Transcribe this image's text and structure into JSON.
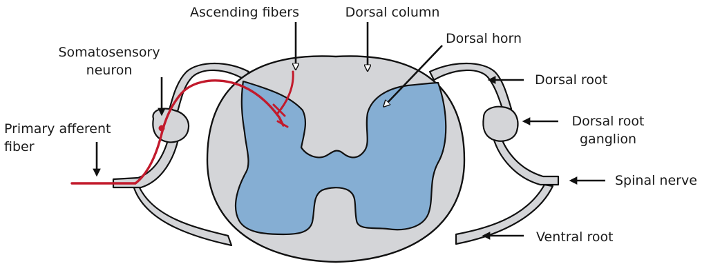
{
  "labels": {
    "ascending_fibers": "Ascending fibers",
    "dorsal_column": "Dorsal column",
    "dorsal_horn": "Dorsal horn",
    "somatosensory_line1": "Somatosensory",
    "somatosensory_line2": "neuron",
    "dorsal_root": "Dorsal root",
    "dorsal_root_ganglion_line1": "Dorsal root",
    "dorsal_root_ganglion_line2": "ganglion",
    "primary_afferent_line1": "Primary afferent",
    "primary_afferent_line2": "fiber",
    "spinal_nerve": "Spinal nerve",
    "ventral_root": "Ventral root"
  },
  "colors": {
    "outline": "#111111",
    "white_matter": "#d4d5d8",
    "gray_matter": "#85aed3",
    "neuron": "#c21a2c",
    "arrow": "#111111"
  }
}
